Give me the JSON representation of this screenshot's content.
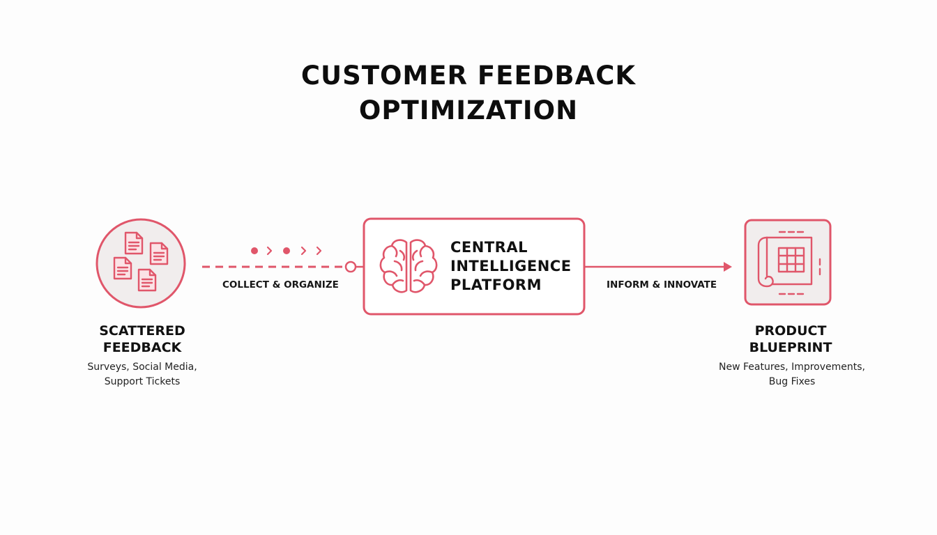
{
  "title": {
    "line1": "CUSTOMER FEEDBACK",
    "line2": "OPTIMIZATION"
  },
  "colors": {
    "accent": "#e0566a",
    "accent_fill": "#f1eded",
    "text": "#111111"
  },
  "nodes": {
    "source": {
      "title_line1": "SCATTERED",
      "title_line2": "FEEDBACK",
      "sub_line1": "Surveys, Social Media,",
      "sub_line2": "Support Tickets",
      "icon": "documents-icon"
    },
    "center": {
      "line1": "CENTRAL",
      "line2": "INTELLIGENCE",
      "line3": "PLATFORM",
      "icon": "brain-icon"
    },
    "target": {
      "title_line1": "PRODUCT",
      "title_line2": "BLUEPRINT",
      "sub_line1": "New Features, Improvements,",
      "sub_line2": "Bug Fixes",
      "icon": "blueprint-icon"
    }
  },
  "edges": {
    "collect": "COLLECT & ORGANIZE",
    "inform": "INFORM & INNOVATE"
  }
}
